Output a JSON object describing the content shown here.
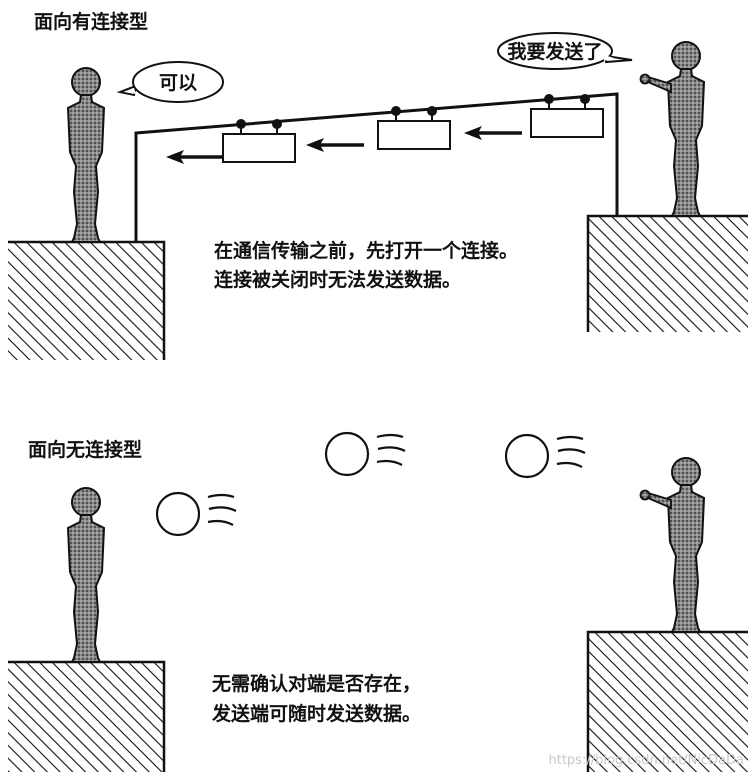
{
  "top": {
    "title": "面向有连接型",
    "receiver_bubble": "可以",
    "sender_bubble": "我要发送了",
    "description_line1": "在通信传输之前，先打开一个连接。",
    "description_line2": "连接被关闭时无法发送数据。"
  },
  "bottom": {
    "title": "面向无连接型",
    "description_line1": "无需确认对端是否存在，",
    "description_line2": "发送端可随时发送数据。"
  },
  "watermark": "https://blog.csdn.net/NicDaDa"
}
